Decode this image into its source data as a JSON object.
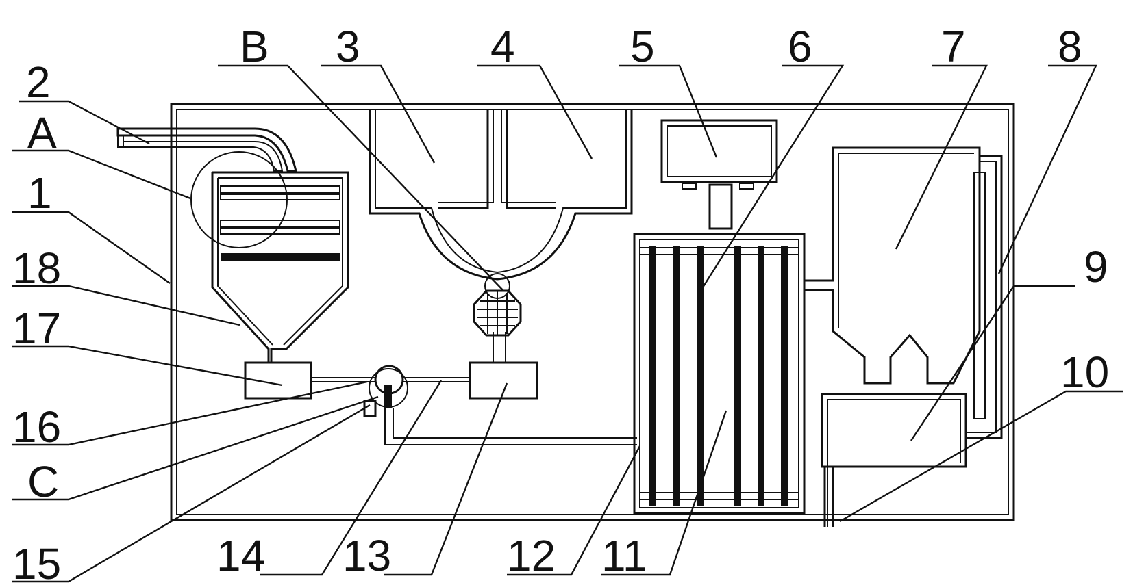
{
  "diagram": {
    "labels": {
      "l1": "1",
      "l2": "2",
      "lA": "A",
      "lB": "B",
      "l3": "3",
      "l4": "4",
      "l5": "5",
      "l6": "6",
      "l7": "7",
      "l8": "8",
      "l9": "9",
      "l10": "10",
      "l11": "11",
      "l12": "12",
      "l13": "13",
      "l14": "14",
      "l15": "15",
      "lC": "C",
      "l16": "16",
      "l17": "17",
      "l18": "18"
    },
    "colors": {
      "line": "#111111",
      "background": "#ffffff"
    }
  }
}
